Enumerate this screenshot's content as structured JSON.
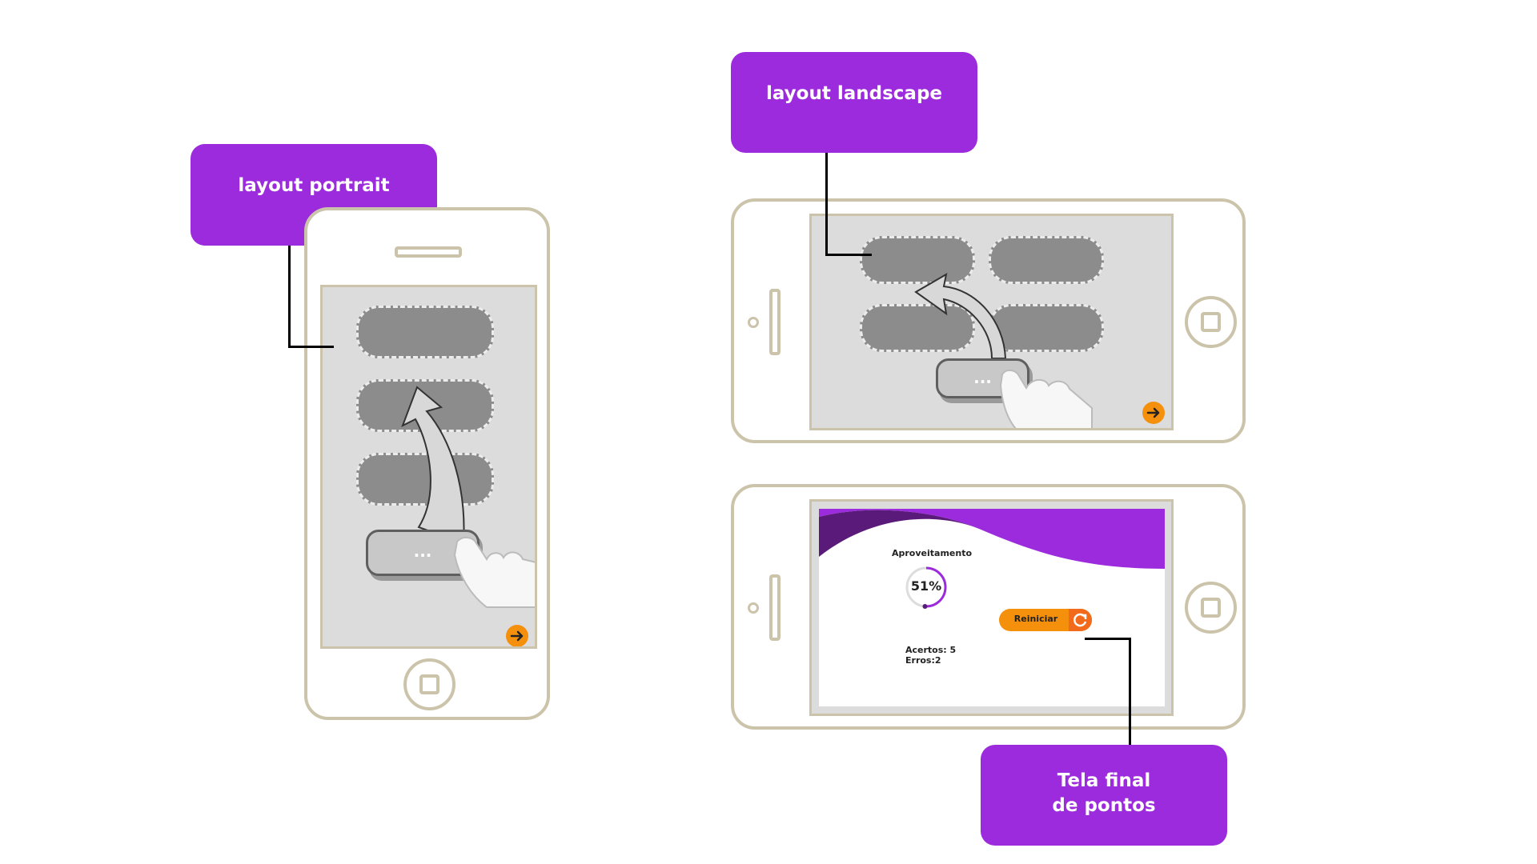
{
  "labels": {
    "portrait": "layout portrait",
    "landscape": "layout landscape",
    "final_line1": "Tela final",
    "final_line2": "de pontos"
  },
  "drag_button_text": "...",
  "final_screen": {
    "title": "Aproveitamento",
    "percent_text": "51%",
    "percent_value": 51,
    "restart_label": "Reiniciar",
    "hits": "Acertos: 5",
    "errors": "Erros:2"
  },
  "colors": {
    "accent_purple": "#9b2bdc",
    "dark_purple": "#5a1a7a",
    "orange": "#f5900d",
    "restart_orange": "#f26a1b",
    "phone_outline": "#cbc4aa",
    "screen_gray": "#dcdcdc",
    "slot_gray": "#8c8c8c"
  },
  "icons": [
    "arrow-right-icon",
    "refresh-icon",
    "hand-pointer-icon",
    "curved-arrow-icon",
    "home-square-icon"
  ]
}
